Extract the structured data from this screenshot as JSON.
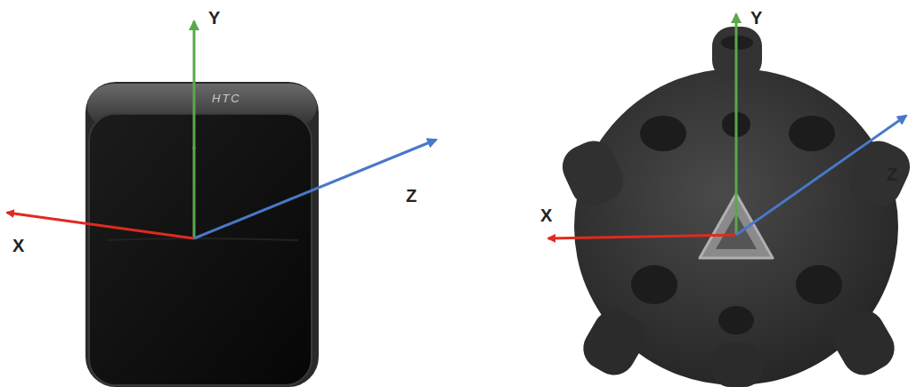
{
  "diagram": {
    "labels": [
      "Y",
      "HTC",
      "X",
      "Z",
      "Y",
      "Z",
      "X"
    ]
  }
}
